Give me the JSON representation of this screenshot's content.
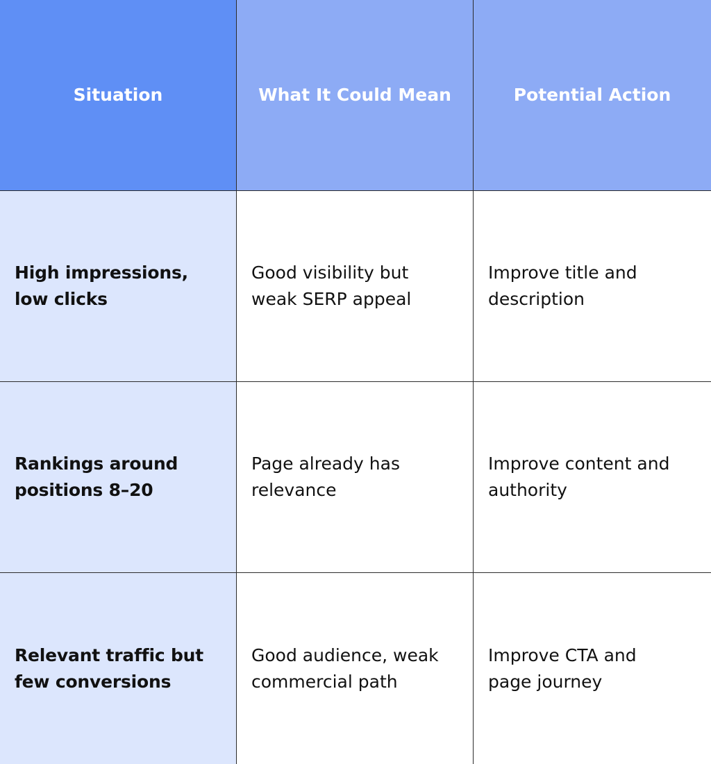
{
  "table": {
    "headers": [
      "Situation",
      "What It Could Mean",
      "Potential Action"
    ],
    "rows": [
      {
        "situation": "High impressions, low clicks",
        "meaning": "Good visibility but weak SERP appeal",
        "action": "Improve title and description"
      },
      {
        "situation": "Rankings around positions 8–20",
        "meaning": "Page already has relevance",
        "action": "Improve content and authority"
      },
      {
        "situation": "Relevant traffic but few conversions",
        "meaning": "Good audience, weak commercial path",
        "action": "Improve CTA and page journey"
      }
    ]
  },
  "colors": {
    "header_primary": "#5f8ff5",
    "header_secondary": "#8dabf5",
    "situation_bg": "#dce6fd",
    "border": "#2b2b2b"
  }
}
